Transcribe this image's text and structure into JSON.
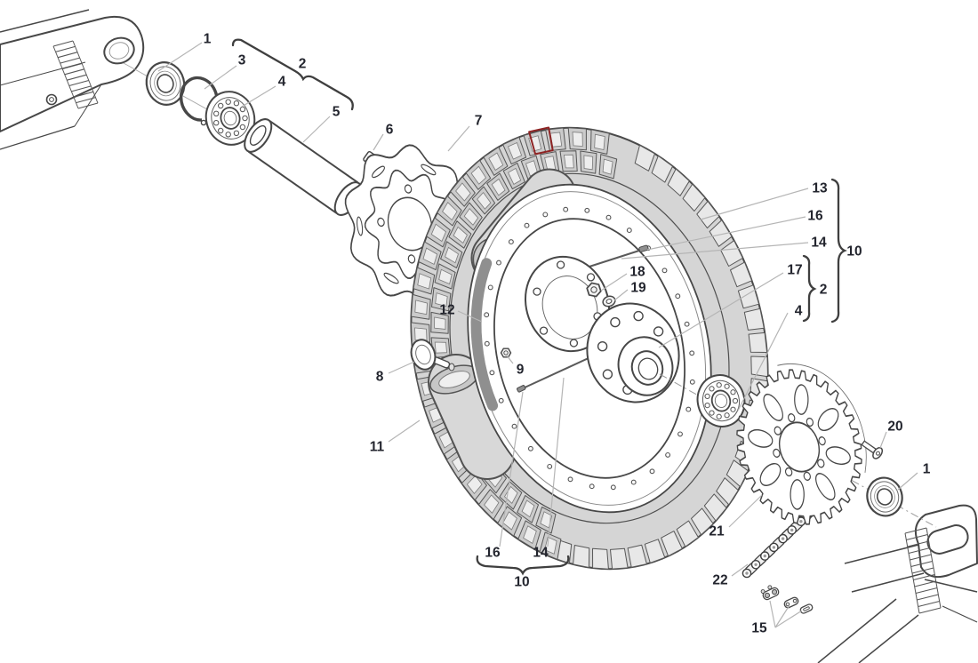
{
  "callouts": {
    "c1_left": "1",
    "c2_top": "2",
    "c3": "3",
    "c4_top": "4",
    "c5": "5",
    "c6": "6",
    "c7": "7",
    "c8": "8",
    "c9": "9",
    "c10_right": "10",
    "c10_bottom": "10",
    "c11": "11",
    "c12": "12",
    "c13": "13",
    "c14_right": "14",
    "c14_bottom": "14",
    "c15": "15",
    "c16_right": "16",
    "c16_bottom": "16",
    "c17": "17",
    "c18": "18",
    "c19": "19",
    "c20": "20",
    "c21": "21",
    "c22": "22",
    "c1_right": "1",
    "c2_right": "2",
    "c4_right": "4"
  },
  "groups": [
    {
      "group_label": "10",
      "members": [
        "13",
        "16",
        "14"
      ],
      "location": "right"
    },
    {
      "group_label": "2",
      "members": [
        "17",
        "4"
      ],
      "location": "right"
    },
    {
      "group_label": "10",
      "members": [
        "16",
        "14"
      ],
      "location": "bottom"
    },
    {
      "group_label": "2",
      "members": [
        "3",
        "4"
      ],
      "location": "top-left"
    }
  ],
  "colors": {
    "background": "#ffffff",
    "outline": "#474747",
    "leader_line": "#b5b5b5",
    "label_text": "#23252e",
    "tire_gray": "#d5d5d5",
    "tread_block_gray": "#cbcbcb",
    "tread_top_gray": "#ededed",
    "side_block_gray": "#e8e8e8",
    "tube_gray": "#d8d8d8",
    "rim_band_gray": "#8f8f8f",
    "accent_red": "#8e2424"
  }
}
